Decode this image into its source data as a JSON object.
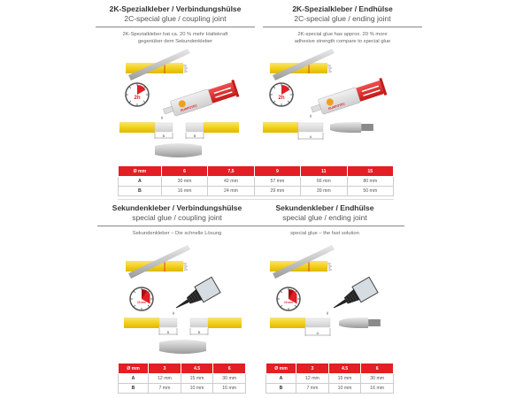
{
  "panels": {
    "top_left": {
      "title_de": "2K-Spezialkleber / Verbindungshülse",
      "title_en": "2C-special glue / coupling joint",
      "description": [
        "2K-Spezialkleber hat ca. 20 % mehr Haltekraft",
        "gegenüber dem Sekundenkleber"
      ],
      "clock_label": "2h",
      "dim_labels": [
        "B",
        "B"
      ]
    },
    "top_right": {
      "title_de": "2K-Spezialkleber / Endhülse",
      "title_en": "2C-special glue / ending joint",
      "description": [
        "2K-special glue has approx. 20 % more",
        "adhesive strength compare to special glue"
      ],
      "clock_label": "2h",
      "dim_labels": [
        "A"
      ]
    },
    "bottom_left": {
      "title_de": "Sekundenkleber / Verbindungshülse",
      "title_en": "special glue / coupling joint",
      "description": [
        "Sekundenkleber – Die schnelle Lösung"
      ],
      "clock_label": "10 min",
      "dim_labels": [
        "B",
        "B"
      ]
    },
    "bottom_right": {
      "title_de": "Sekundenkleber / Endhülse",
      "title_en": "special glue / ending joint",
      "description": [
        "special glue – the fast solution"
      ],
      "clock_label": "10 min",
      "dim_labels": [
        "A"
      ]
    }
  },
  "tables": {
    "top": {
      "header": [
        "Ø mm",
        "6",
        "7,5",
        "9",
        "11",
        "15"
      ],
      "rows": [
        [
          "A",
          "30 mm",
          "42 mm",
          "57 mm",
          "66 mm",
          "80 mm"
        ],
        [
          "B",
          "16 mm",
          "24 mm",
          "29 mm",
          "39 mm",
          "50 mm"
        ]
      ]
    },
    "bottom_left": {
      "header": [
        "Ø mm",
        "3",
        "4.5",
        "6"
      ],
      "rows": [
        [
          "A",
          "12 mm",
          "15 mm",
          "30 mm"
        ],
        [
          "B",
          "7 mm",
          "10 mm",
          "16 mm"
        ]
      ]
    },
    "bottom_right": {
      "header": [
        "Ø mm",
        "3",
        "4.5",
        "6"
      ],
      "rows": [
        [
          "A",
          "12 mm",
          "15 mm",
          "30 mm"
        ],
        [
          "B",
          "7 mm",
          "10 mm",
          "16 mm"
        ]
      ]
    }
  },
  "brand_label": "RUNPOTEC",
  "colors": {
    "accent_red": "#e31e24",
    "rod_yellow": "#f5d320",
    "metal_gray": "#b8b8b8"
  }
}
